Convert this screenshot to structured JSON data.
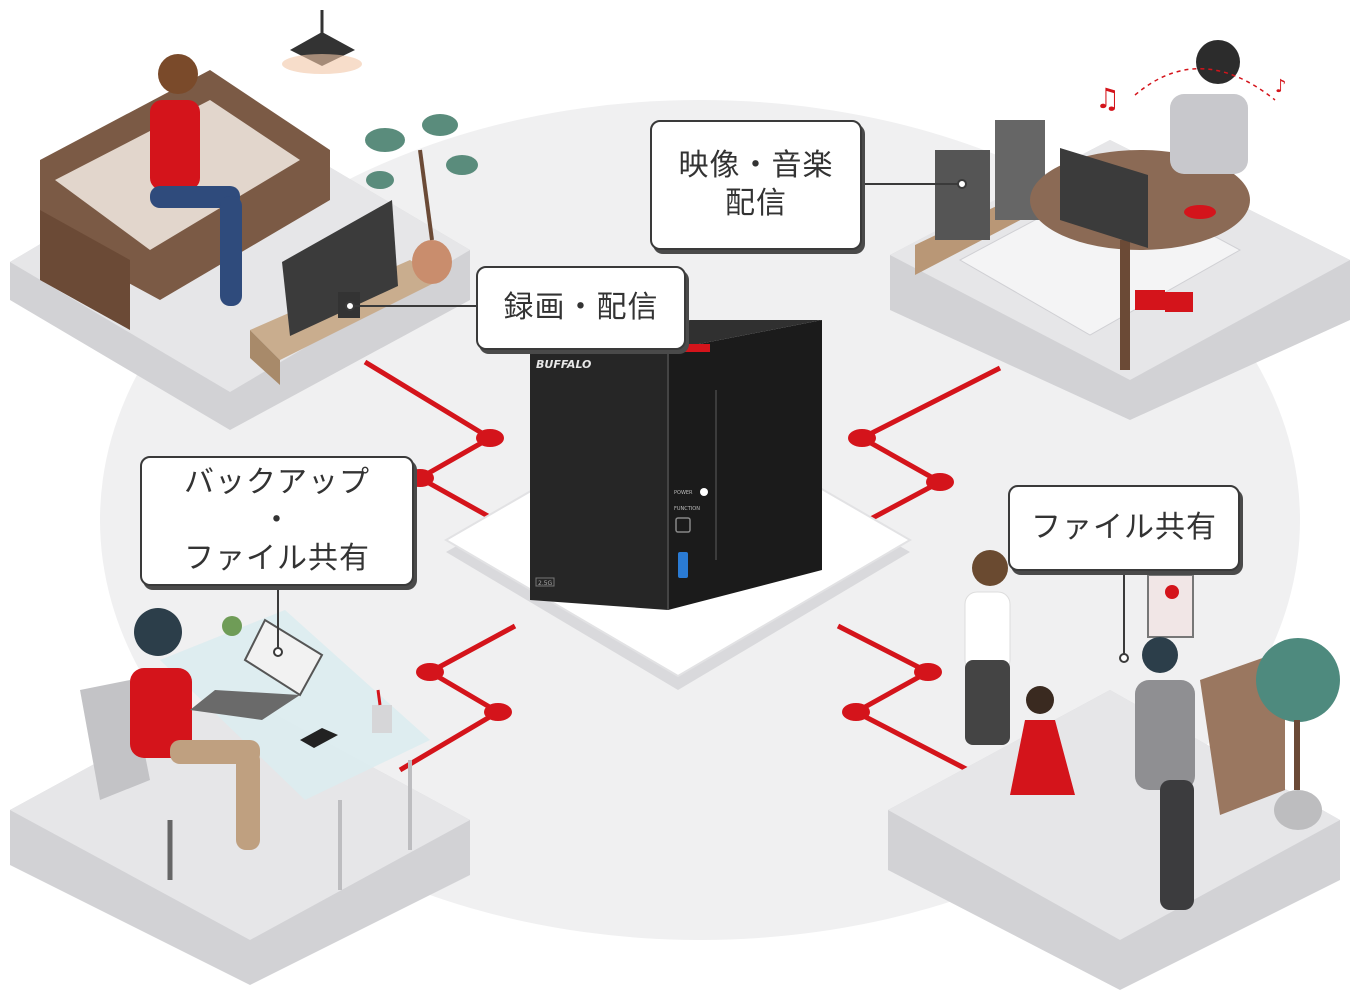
{
  "colors": {
    "accent": "#d4141b",
    "floor": "#cfcfd2",
    "background_circle": "#f0f0f1",
    "nas_body": "#232323"
  },
  "nas": {
    "brand": "BUFFALO",
    "power_label": "POWER",
    "function_label": "FUNCTION",
    "badge": "2.5G",
    "side_logo": "BUFFALO"
  },
  "callouts": {
    "record": {
      "line1": "録画・配信"
    },
    "media": {
      "line1": "映像・音楽",
      "line2": "配信"
    },
    "backup": {
      "line1": "バックアップ",
      "line2": "・",
      "line3": "ファイル共有"
    },
    "share": {
      "line1": "ファイル共有"
    }
  },
  "icons": {
    "router": "router-icon",
    "plant": "plant-icon",
    "music": "music-note-icon",
    "tv": "tv-icon",
    "laptop": "laptop-icon",
    "smartphone": "smartphone-icon"
  }
}
